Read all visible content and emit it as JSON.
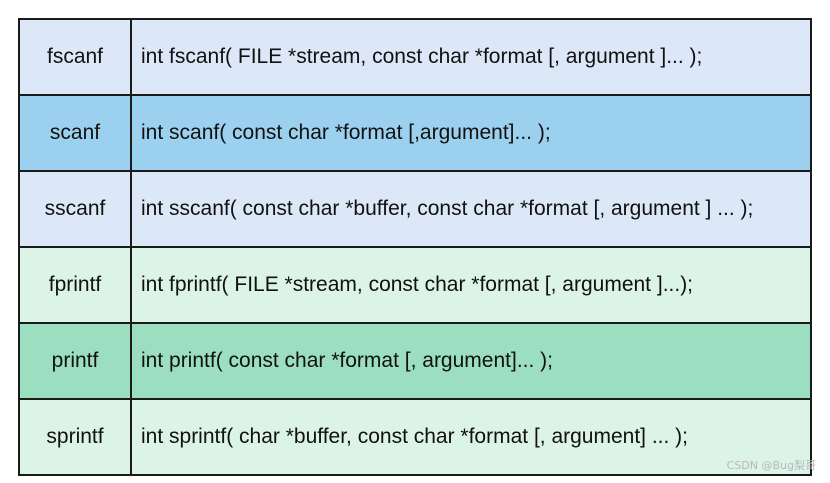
{
  "rows": [
    {
      "name": "fscanf",
      "signature": "int fscanf( FILE *stream, const char *format [, argument ]... );",
      "bg": "#dce8f8"
    },
    {
      "name": "scanf",
      "signature": "int scanf( const char *format [,argument]... );",
      "bg": "#9bd0ee"
    },
    {
      "name": "sscanf",
      "signature": "int sscanf( const char *buffer, const char *format [, argument ] ... );",
      "bg": "#dce8f8"
    },
    {
      "name": "fprintf",
      "signature": "int fprintf( FILE *stream, const char *format [, argument ]...);",
      "bg": "#dcf3e8"
    },
    {
      "name": "printf",
      "signature": "int printf( const char *format [, argument]... );",
      "bg": "#9bdfc0"
    },
    {
      "name": "sprintf",
      "signature": "int sprintf( char *buffer, const char *format [, argument] ... );",
      "bg": "#dcf3e8"
    }
  ],
  "watermark": "CSDN @Bug梨哥"
}
